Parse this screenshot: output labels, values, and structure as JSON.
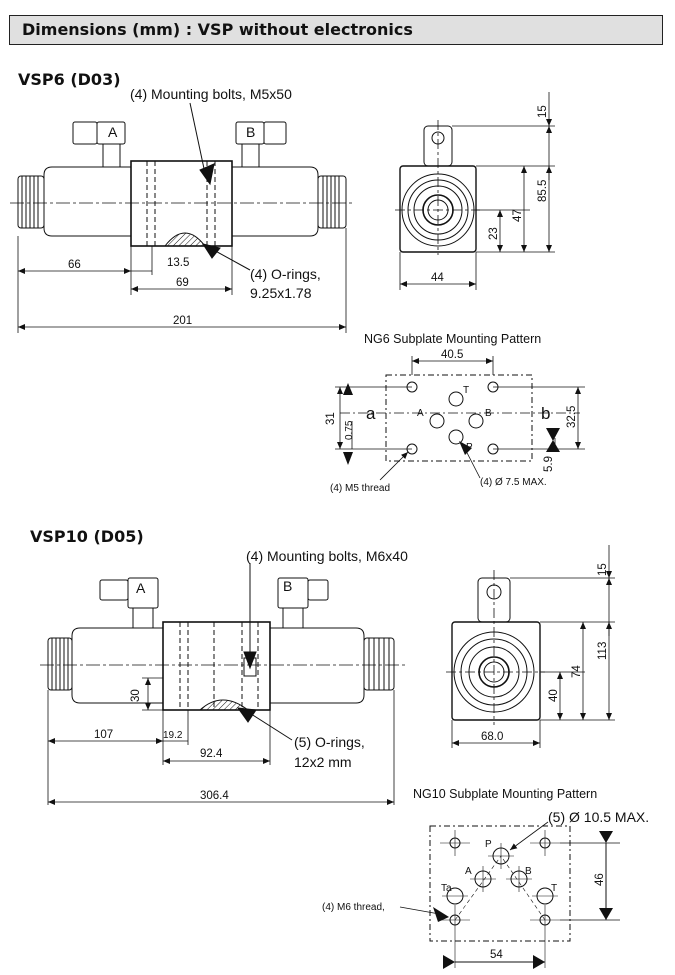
{
  "header": {
    "title": "Dimensions (mm) : VSP without electronics"
  },
  "vsp6": {
    "title": "VSP6 (D03)",
    "callout_bolts": "(4) Mounting bolts, M5x50",
    "callout_orings_1": "(4) O-rings,",
    "callout_orings_2": "9.25x1.78",
    "coil_a": "A",
    "coil_b": "B",
    "dim_66": "66",
    "dim_13_5": "13.5",
    "dim_69": "69",
    "dim_201": "201",
    "dim_15": "15",
    "dim_85_5": "85.5",
    "dim_47": "47",
    "dim_23": "23",
    "dim_44": "44"
  },
  "ng6": {
    "title": "NG6 Subplate Mounting Pattern",
    "dim_40_5": "40.5",
    "dim_31": "31",
    "dim_0_75": "0.75",
    "dim_32_5": "32.5",
    "dim_5_9": "5.9",
    "port_a_big": "a",
    "port_b_big": "b",
    "port_a": "A",
    "port_b": "B",
    "port_t": "T",
    "port_p": "P",
    "callout_thread": "(4) M5 thread",
    "callout_dia": "(4) Ø 7.5 MAX."
  },
  "vsp10": {
    "title": "VSP10 (D05)",
    "callout_bolts": "(4) Mounting bolts, M6x40",
    "callout_orings_1": "(5) O-rings,",
    "callout_orings_2": "12x2 mm",
    "coil_a": "A",
    "coil_b": "B",
    "dim_107": "107",
    "dim_19_2": "19.2",
    "dim_92_4": "92.4",
    "dim_30": "30",
    "dim_306_4": "306.4",
    "dim_15": "15",
    "dim_113": "113",
    "dim_74": "74",
    "dim_40": "40",
    "dim_68": "68.0"
  },
  "ng10": {
    "title": "NG10 Subplate Mounting Pattern",
    "callout_dia": "(5) Ø 10.5 MAX.",
    "callout_thread": "(4) M6 thread,",
    "port_p": "P",
    "port_a": "A",
    "port_b": "B",
    "port_ta": "Ta",
    "port_t": "T",
    "dim_46": "46",
    "dim_54": "54"
  }
}
